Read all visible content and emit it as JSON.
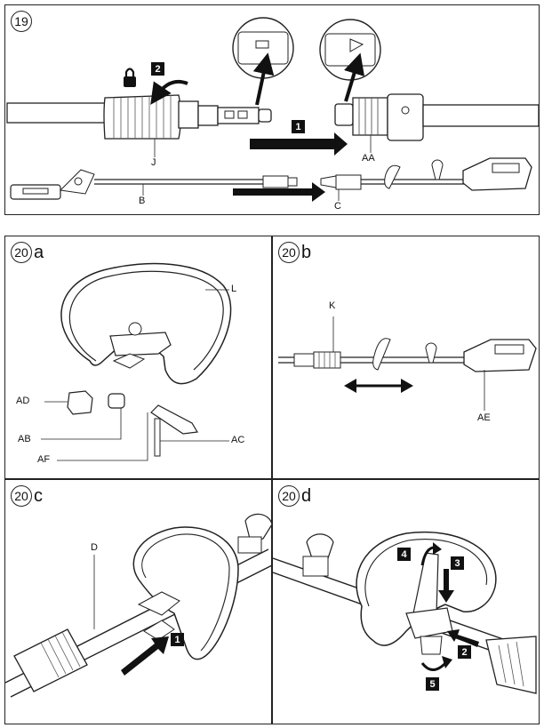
{
  "figures": {
    "fig19": {
      "number": "19",
      "suffix": "",
      "labels": {
        "j": "J",
        "b": "B",
        "aa": "AA",
        "c": "C"
      },
      "steps": {
        "s1": "1",
        "s2": "2"
      },
      "icons": [
        "lock-icon",
        "arrow-right-icon",
        "rotate-arrow-icon",
        "zoom-callout-icon"
      ]
    },
    "fig20a": {
      "number": "20",
      "suffix": "a",
      "labels": {
        "l": "L",
        "ad": "AD",
        "ab": "AB",
        "af": "AF",
        "ac": "AC"
      }
    },
    "fig20b": {
      "number": "20",
      "suffix": "b",
      "labels": {
        "k": "K",
        "ae": "AE"
      },
      "icons": [
        "double-arrow-icon"
      ]
    },
    "fig20c": {
      "number": "20",
      "suffix": "c",
      "labels": {
        "d": "D"
      },
      "steps": {
        "s1": "1"
      }
    },
    "fig20d": {
      "number": "20",
      "suffix": "d",
      "steps": {
        "s2": "2",
        "s3": "3",
        "s4": "4",
        "s5": "5"
      }
    }
  }
}
